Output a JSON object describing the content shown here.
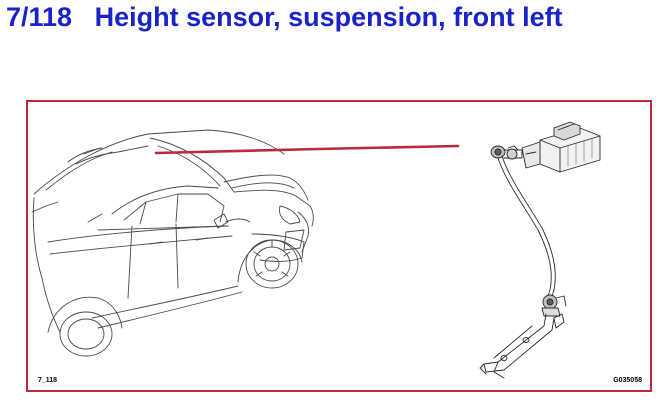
{
  "header": {
    "title": "7/118   Height sensor, suspension, front left"
  },
  "figure": {
    "frame_color": "#c0263d",
    "title_color": "#1a23c8",
    "figure_id": "7_118",
    "image_code": "G035058"
  }
}
